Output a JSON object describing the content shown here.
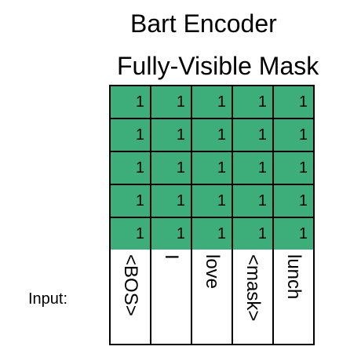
{
  "titles": {
    "encoder": "Bart Encoder",
    "mask": "Fully-Visible Mask"
  },
  "mask_matrix": [
    [
      "1",
      "1",
      "1",
      "1",
      "1"
    ],
    [
      "1",
      "1",
      "1",
      "1",
      "1"
    ],
    [
      "1",
      "1",
      "1",
      "1",
      "1"
    ],
    [
      "1",
      "1",
      "1",
      "1",
      "1"
    ],
    [
      "1",
      "1",
      "1",
      "1",
      "1"
    ]
  ],
  "input": {
    "label": "Input:",
    "tokens": [
      "<BOS>",
      "I",
      "love",
      "<mask>",
      "lunch"
    ]
  },
  "colors": {
    "cell_fill": "#3dae7a",
    "border": "#000000"
  }
}
